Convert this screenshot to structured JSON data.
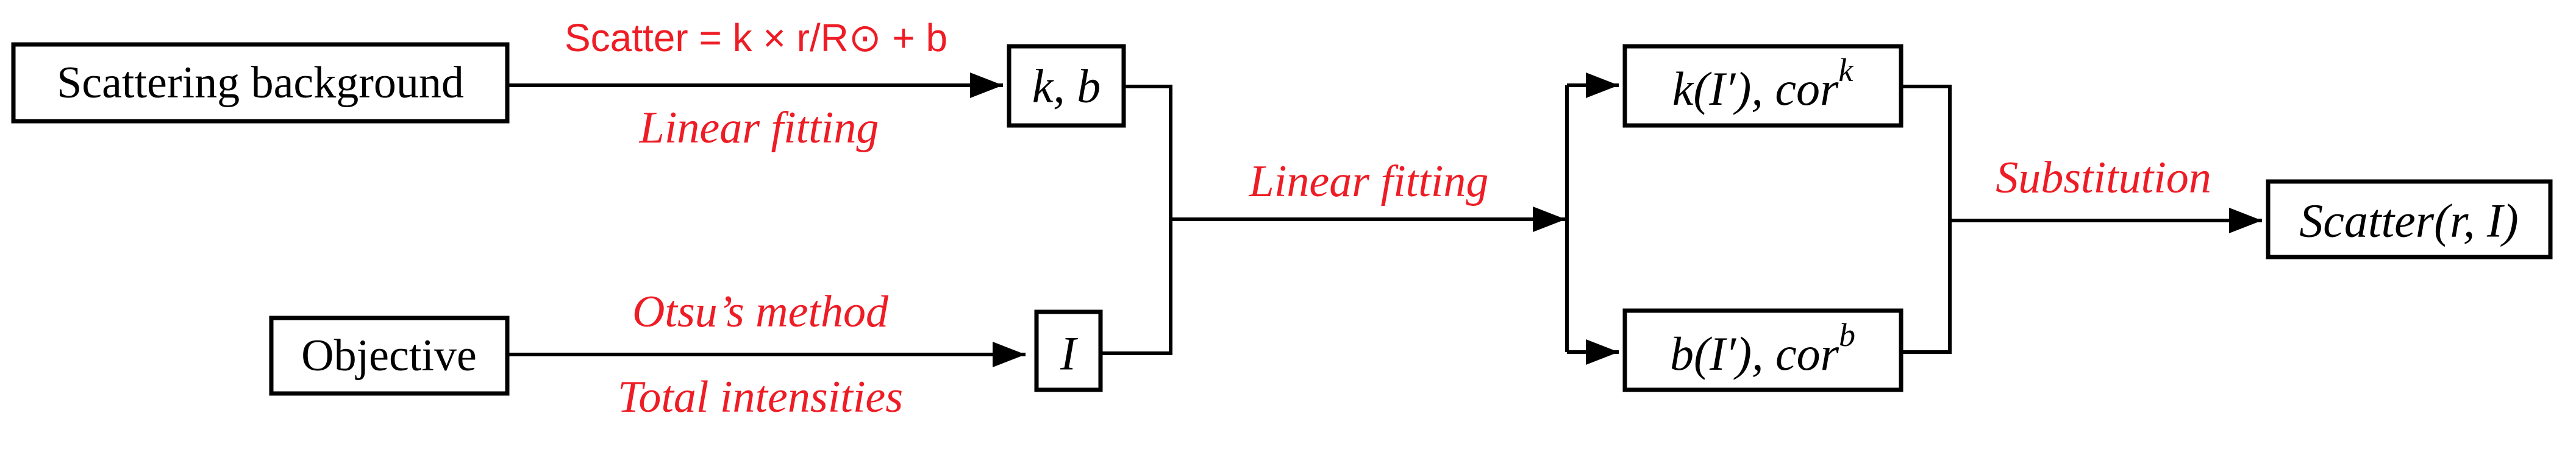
{
  "colors": {
    "label_red": "#ee1c25",
    "line": "#000000",
    "box_fill": "#ffffff"
  },
  "boxes": {
    "scattering_background": "Scattering background",
    "objective": "Objective",
    "kb": "k, b",
    "intensity": "I",
    "k_fit_base": "k(I′), cor",
    "k_fit_sup": "k",
    "b_fit_base": "b(I′), cor",
    "b_fit_sup": "b",
    "output": "Scatter(r, I)"
  },
  "edge_labels": {
    "formula": "Scatter = k × r/R⊙ + b",
    "linear_fitting_top": "Linear fitting",
    "otsu": "Otsu’s method",
    "total_intensities": "Total intensities",
    "linear_fitting_mid": "Linear fitting",
    "substitution": "Substitution"
  }
}
